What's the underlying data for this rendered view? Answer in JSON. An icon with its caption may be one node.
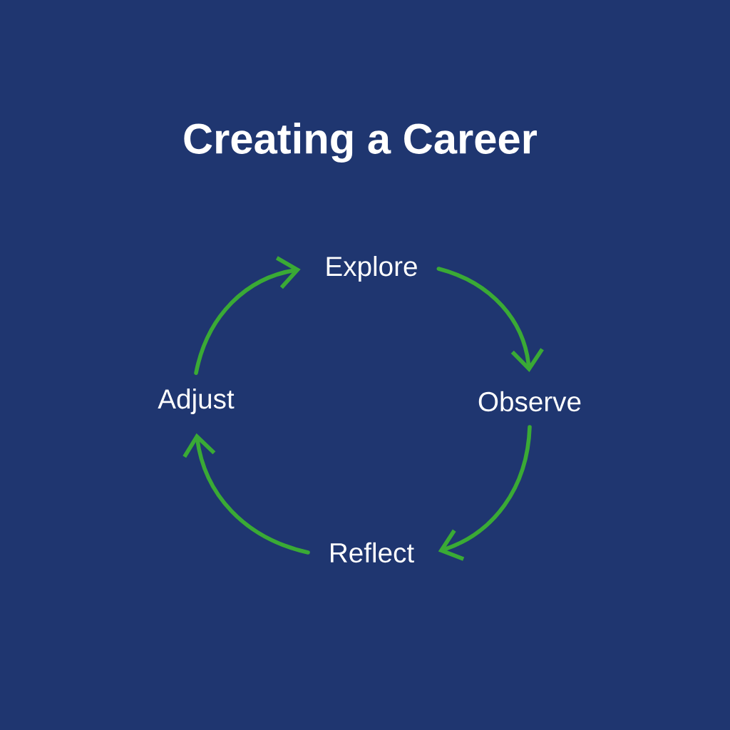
{
  "diagram": {
    "title": "Creating a Career",
    "nodes": [
      {
        "text": [
          "Explore"
        ]
      },
      {
        "text": [
          "Observe"
        ]
      },
      {
        "text": [
          "Reflect"
        ]
      },
      {
        "text": [
          "Adjust"
        ]
      }
    ],
    "edges": [
      {
        "from": 0,
        "to": 1,
        "arrow": "to"
      },
      {
        "from": 1,
        "to": 2,
        "arrow": "to"
      },
      {
        "from": 2,
        "to": 3,
        "arrow": "to"
      },
      {
        "from": 3,
        "to": 0,
        "arrow": "to"
      }
    ]
  }
}
